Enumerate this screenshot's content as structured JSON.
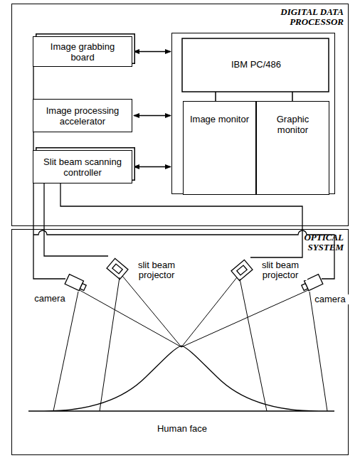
{
  "diagram": {
    "nodes": [
      {
        "text": [
          "DIGITAL DATA PROCESSOR"
        ]
      },
      {
        "text": [
          "Image grabbing board"
        ],
        "in": 0
      },
      {
        "text": [
          "IBM PC/486"
        ],
        "in": 0
      },
      {
        "text": [
          "Image monitor"
        ],
        "in": 2
      },
      {
        "text": [
          "Graphic monitor"
        ],
        "in": 2
      },
      {
        "text": [
          "Image processing accelerator"
        ],
        "in": 0
      },
      {
        "text": [
          "Slit beam scanning controller"
        ],
        "in": 0
      },
      {
        "text": [
          "OPTICAL SYSTEM"
        ]
      }
    ],
    "edges": [
      {
        "from": 1,
        "to": 2,
        "arrow": "both"
      },
      {
        "from": 5,
        "to": 2,
        "arrow": "both"
      },
      {
        "from": 6,
        "to": 2,
        "arrow": "both"
      }
    ],
    "labels": [
      "slit beam projector",
      "slit beam projector",
      "camera",
      "camera",
      "Human face"
    ]
  }
}
